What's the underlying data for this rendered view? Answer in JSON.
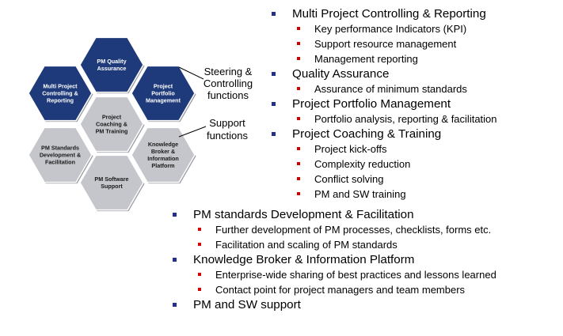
{
  "hexagons": [
    {
      "id": "quality",
      "lines": [
        "PM Quality",
        "Assurance"
      ],
      "style": "dark"
    },
    {
      "id": "multi",
      "lines": [
        "Multi Project",
        "Controlling &",
        "Reporting"
      ],
      "style": "dark"
    },
    {
      "id": "portfolio",
      "lines": [
        "Project",
        "Portfolio",
        "Management"
      ],
      "style": "dark"
    },
    {
      "id": "coaching",
      "lines": [
        "Project",
        "Coaching &",
        "PM Training"
      ],
      "style": "light"
    },
    {
      "id": "standards",
      "lines": [
        "PM Standards",
        "Development &",
        "Facilitation"
      ],
      "style": "light"
    },
    {
      "id": "knowledge",
      "lines": [
        "Knowledge",
        "Broker &",
        "Information",
        "Platform"
      ],
      "style": "light"
    },
    {
      "id": "software",
      "lines": [
        "PM Software",
        "Support"
      ],
      "style": "light"
    }
  ],
  "callouts": {
    "steering": [
      "Steering &",
      "Controlling",
      "functions"
    ],
    "support": [
      "Support",
      "functions"
    ]
  },
  "colors": {
    "dark_hex": "#1f3a7a",
    "light_hex": "#c4c6cb",
    "hex_border": "#ffffff",
    "hex_shadow": "#9a9ca2",
    "bullet_level1": "#24308a",
    "bullet_level2": "#d40000"
  },
  "steering_list": [
    {
      "text": "Multi Project Controlling & Reporting",
      "children": [
        "Key performance Indicators (KPI)",
        "Support resource management",
        "Management reporting"
      ]
    },
    {
      "text": "Quality Assurance",
      "children": [
        "Assurance of minimum standards"
      ]
    },
    {
      "text": "Project Portfolio Management",
      "children": [
        "Portfolio analysis, reporting & facilitation"
      ]
    },
    {
      "text": "Project Coaching & Training",
      "children": [
        "Project kick-offs",
        "Complexity reduction",
        "Conflict solving",
        "PM and SW training"
      ]
    }
  ],
  "support_list": [
    {
      "text": "PM standards Development & Facilitation",
      "children": [
        "Further development of PM processes, checklists, forms etc.",
        "Facilitation and scaling of PM standards"
      ]
    },
    {
      "text": "Knowledge Broker & Information Platform",
      "children": [
        "Enterprise-wide sharing of best practices and lessons learned",
        "Contact point for project managers and team members"
      ]
    },
    {
      "text": "PM and SW support",
      "children": []
    }
  ]
}
